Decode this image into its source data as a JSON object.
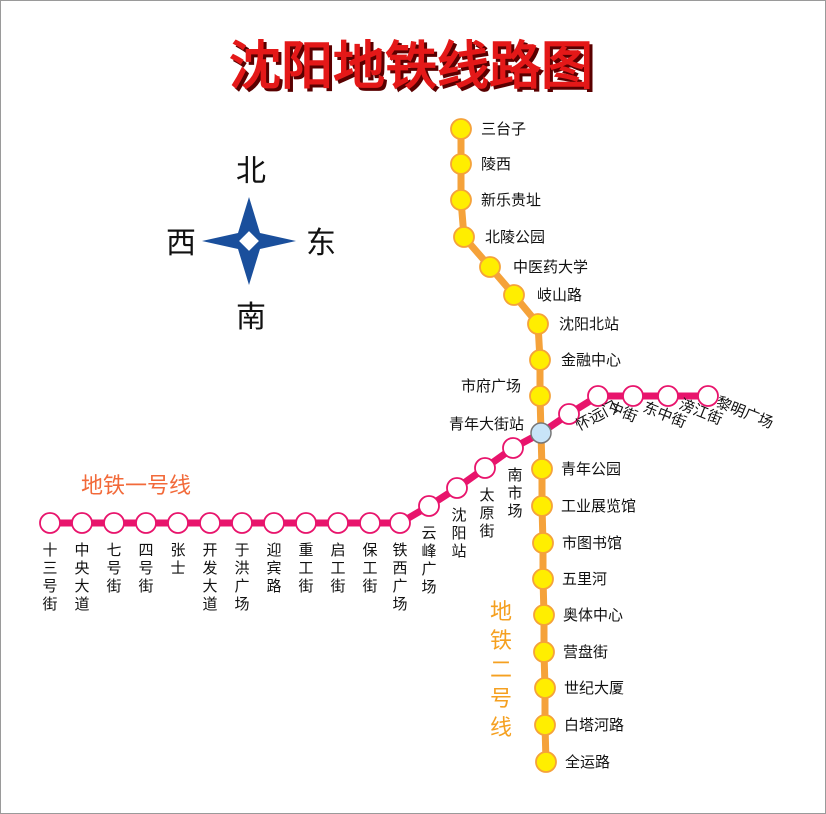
{
  "title": "沈阳地铁线路图",
  "compass": {
    "north": "北",
    "south": "南",
    "west": "西",
    "east": "东"
  },
  "colors": {
    "line1": "#e8146c",
    "line2": "#f5a23a",
    "line2_station": "#ffee00",
    "transfer": "#c8e4f8",
    "compass": "#1a4f9c",
    "title": "#e41818",
    "line1_label": "#f26a3a",
    "line2_label": "#f5a020"
  },
  "line1": {
    "name": "地铁一号线",
    "stations": [
      "十三号街",
      "中央大道",
      "七号街",
      "四号街",
      "张士",
      "开发大道",
      "于洪广场",
      "迎宾路",
      "重工街",
      "启工街",
      "保工街",
      "铁西广场",
      "云峰广场",
      "沈阳站",
      "太原街",
      "南市场",
      "青年大街站",
      "怀远门",
      "中街",
      "东中街",
      "滂江街",
      "黎明广场"
    ]
  },
  "line2": {
    "name": "地铁二号线",
    "stations": [
      "三台子",
      "陵西",
      "新乐贵址",
      "北陵公园",
      "中医药大学",
      "岐山路",
      "沈阳北站",
      "金融中心",
      "市府广场",
      "青年大街站",
      "青年公园",
      "工业展览馆",
      "市图书馆",
      "五里河",
      "奥体中心",
      "营盘街",
      "世纪大厦",
      "白塔河路",
      "全运路"
    ]
  }
}
